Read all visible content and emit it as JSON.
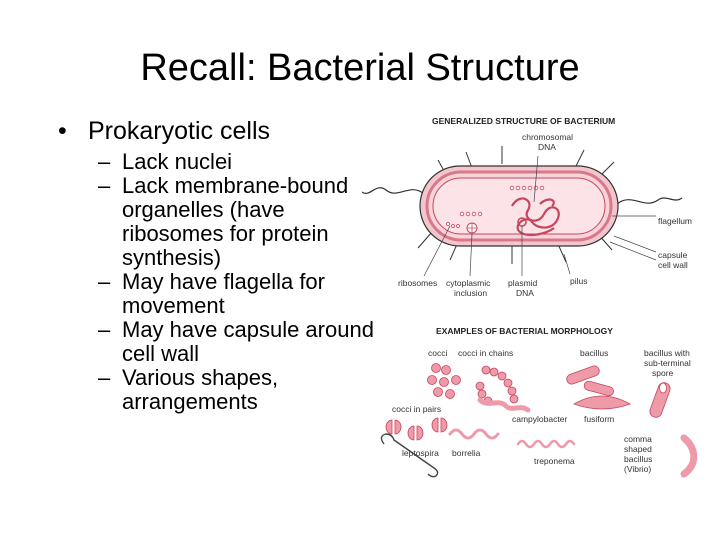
{
  "slide": {
    "title": "Recall: Bacterial Structure",
    "bullet": {
      "symbol": "•",
      "text": "Prokaryotic cells"
    },
    "sub_bullets": [
      {
        "symbol": "–",
        "text": "Lack nuclei"
      },
      {
        "symbol": "–",
        "text": "Lack membrane-bound organelles (have ribosomes for protein synthesis)"
      },
      {
        "symbol": "–",
        "text": "May have flagella for movement"
      },
      {
        "symbol": "–",
        "text": "May have capsule around cell wall"
      },
      {
        "symbol": "–",
        "text": "Various shapes, arrangements"
      }
    ]
  },
  "figure": {
    "structure_heading": "GENERALIZED STRUCTURE OF BACTERIUM",
    "labels": {
      "chromosomal_line1": "chromosomal",
      "chromosomal_line2": "DNA",
      "flagellum": "flagellum",
      "capsule": "capsule",
      "cell_wall": "cell wall",
      "ribosomes": "ribosomes",
      "cytoplasmic_line1": "cytoplasmic",
      "cytoplasmic_line2": "inclusion",
      "plasmid_line1": "plasmid",
      "plasmid_line2": "DNA",
      "pilus": "pilus"
    },
    "morphology_heading": "EXAMPLES OF BACTERIAL MORPHOLOGY",
    "morphology_labels": {
      "cocci": "cocci",
      "cocci_in_chains": "cocci in chains",
      "bacillus": "bacillus",
      "bacillus_spore_line1": "bacillus with",
      "bacillus_spore_line2": "sub-terminal",
      "bacillus_spore_line3": "spore",
      "cocci_in_pairs": "cocci in pairs",
      "campylobacter": "campylobacter",
      "fusiform": "fusiform",
      "leptospira": "leptospira",
      "borrelia": "borrelia",
      "treponema": "treponema",
      "vibrio_line1": "comma",
      "vibrio_line2": "shaped",
      "vibrio_line3": "bacillus",
      "vibrio_line4": "(Vibrio)"
    },
    "colors": {
      "cell_fill": "#f3c6cd",
      "membrane": "#d9788a",
      "dark_pink": "#c6465e",
      "morph_fill": "#ee9aa8",
      "outline": "#333333"
    }
  }
}
